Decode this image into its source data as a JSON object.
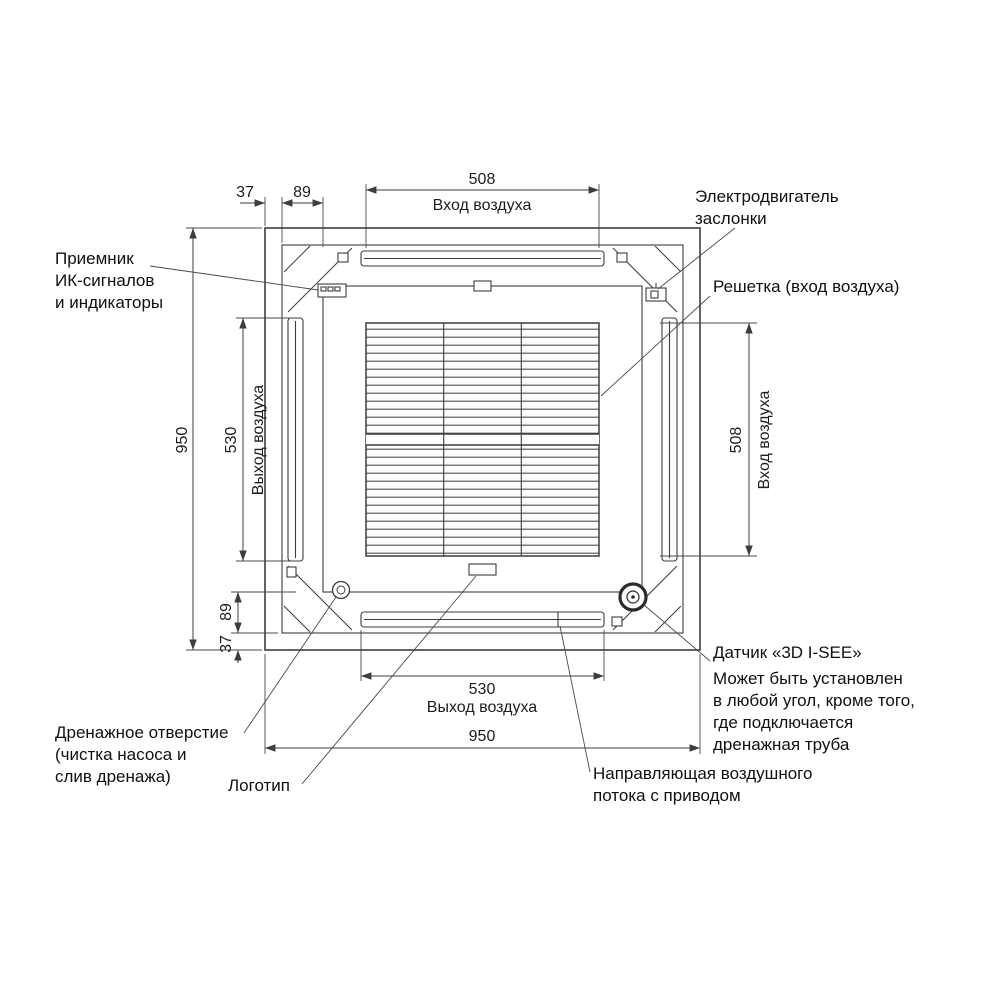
{
  "diagram": {
    "dims": {
      "d37_top": "37",
      "d89_top": "89",
      "d508_top": "508",
      "d508_top_label": "Вход воздуха",
      "d950_left": "950",
      "d530_left": "530",
      "d530_left_label": "Выход воздуха",
      "d89_left": "89",
      "d37_left": "37",
      "d508_right": "508",
      "d508_right_label": "Вход воздуха",
      "d530_bottom": "530",
      "d530_bottom_label": "Выход воздуха",
      "d950_bottom": "950"
    },
    "callouts": {
      "damper_motor_1": "Электродвигатель",
      "damper_motor_2": "заслонки",
      "ir_1": "Приемник",
      "ir_2": "ИК-сигналов",
      "ir_3": "и индикаторы",
      "grille": "Решетка (вход воздуха)",
      "isee_title": "Датчик «3D I-SEE»",
      "isee_1": "Может быть установлен",
      "isee_2": "в любой угол, кроме того,",
      "isee_3": "где подключается",
      "isee_4": "дренажная труба",
      "drain_1": "Дренажное отверстие",
      "drain_2": "(чистка насоса и",
      "drain_3": "слив дренажа)",
      "logo": "Логотип",
      "guide_1": "Направляющая воздушного",
      "guide_2": "потока с приводом"
    }
  }
}
